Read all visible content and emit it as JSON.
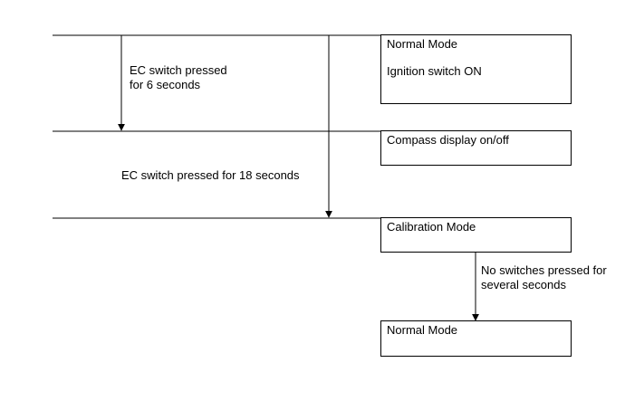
{
  "boxes": {
    "normal_mode_top": {
      "title": "Normal Mode",
      "subtitle": "Ignition switch ON"
    },
    "compass_display": {
      "title": "Compass display on/off"
    },
    "calibration_mode": {
      "title": "Calibration Mode"
    },
    "normal_mode_bottom": {
      "title": "Normal Mode"
    }
  },
  "transitions": {
    "ec_switch_6s": {
      "line1": "EC switch pressed",
      "line2": "for 6 seconds"
    },
    "ec_switch_18s": {
      "text": "EC switch pressed for 18 seconds"
    },
    "no_switches": {
      "line1": "No switches pressed for",
      "line2": "several seconds"
    }
  }
}
